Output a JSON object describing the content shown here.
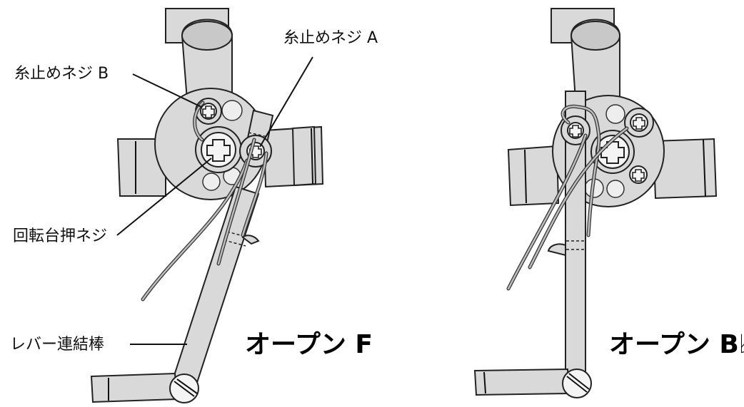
{
  "left_figure": {
    "labels": {
      "screw_b": "糸止めネジ B",
      "screw_a": "糸止めネジ A",
      "turntable_screw": "回転台押ネジ",
      "lever_rod": "レバー連結棒"
    },
    "caption": "オープン F"
  },
  "right_figure": {
    "caption": "オープン B♭"
  }
}
